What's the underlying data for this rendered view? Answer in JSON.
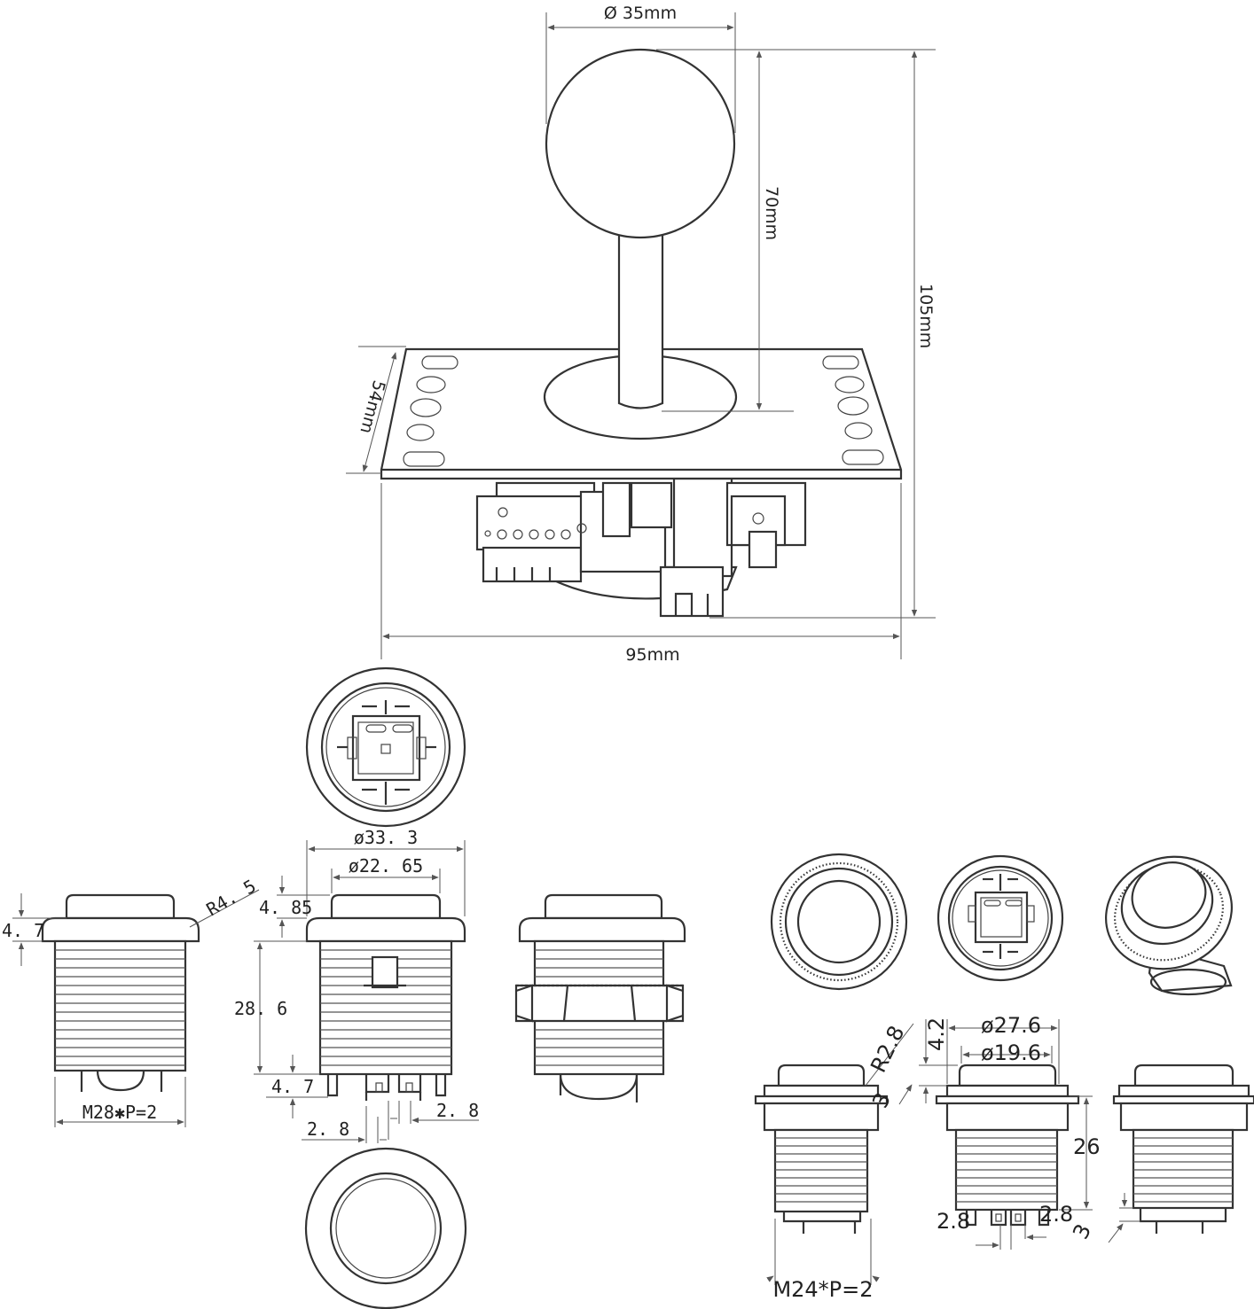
{
  "joystick": {
    "ball_diameter": "Ø 35mm",
    "height_top": "70mm",
    "height_total": "105mm",
    "plate_depth": "54mm",
    "plate_width": "95mm"
  },
  "button_33": {
    "outer_diameter": "ø33. 3",
    "inner_diameter": "ø22. 65",
    "cap_height": "4. 85",
    "body_height": "28. 6",
    "bottom_gap": "4. 7",
    "left_cap": "4. 7",
    "radius": "R4. 5",
    "thread": "M28✱P=2",
    "terminal_gap": "2. 8",
    "terminal_width": "2. 8"
  },
  "button_24": {
    "outer_diameter": "ø27.6",
    "inner_diameter": "ø19.6",
    "cap_height": "4.2",
    "radius": "R2.8",
    "bezel_height": "3",
    "body_height": "26",
    "right_gap": "3",
    "thread": "M24*P=2",
    "terminal_left": "2.8",
    "terminal_right": "2.8"
  },
  "colors": {
    "line": "#333333",
    "dimension": "#555555",
    "background": "#ffffff"
  }
}
